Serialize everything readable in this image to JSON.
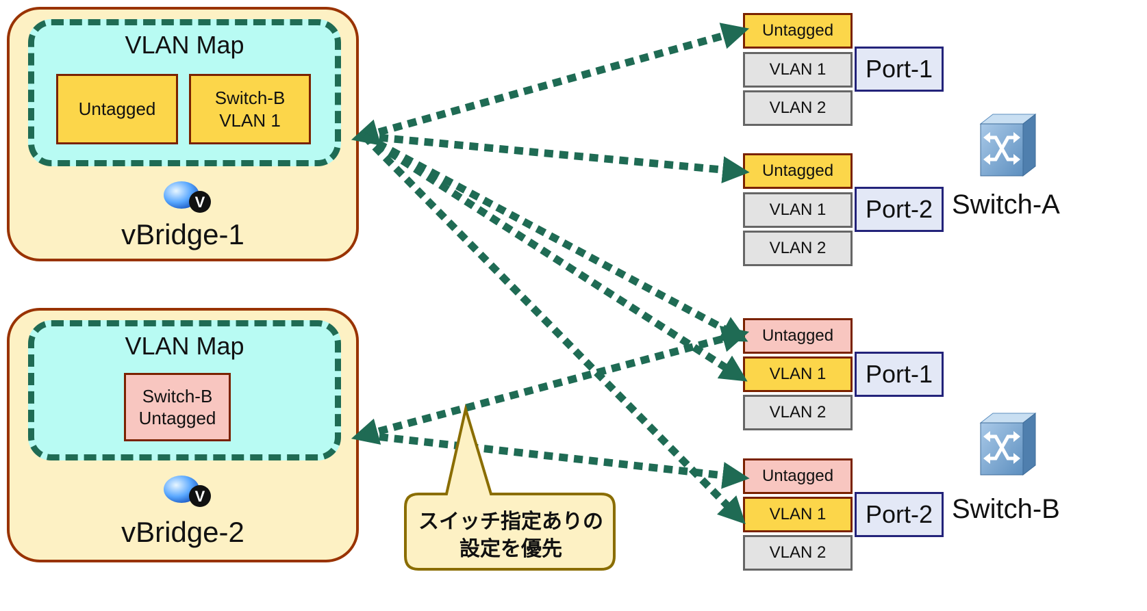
{
  "vbridges": [
    {
      "name": "vBridge-1",
      "vlan_map_title": "VLAN Map",
      "entries": [
        {
          "label": "Untagged",
          "color": "#fcd64a"
        },
        {
          "line1": "Switch-B",
          "line2": "VLAN 1",
          "color": "#fcd64a"
        }
      ]
    },
    {
      "name": "vBridge-2",
      "vlan_map_title": "VLAN Map",
      "entries": [
        {
          "line1": "Switch-B",
          "line2": "Untagged",
          "color": "#f8c6c0"
        }
      ]
    }
  ],
  "bridge_icon_glyph": "V",
  "switches": [
    {
      "name": "Switch-A",
      "ports": [
        {
          "name": "Port-1",
          "slots": [
            "Untagged",
            "VLAN 1",
            "VLAN 2"
          ],
          "highlight": [
            "yellow",
            "gray",
            "gray"
          ]
        },
        {
          "name": "Port-2",
          "slots": [
            "Untagged",
            "VLAN 1",
            "VLAN 2"
          ],
          "highlight": [
            "yellow",
            "gray",
            "gray"
          ]
        }
      ]
    },
    {
      "name": "Switch-B",
      "ports": [
        {
          "name": "Port-1",
          "slots": [
            "Untagged",
            "VLAN 1",
            "VLAN 2"
          ],
          "highlight": [
            "pink",
            "yellow",
            "gray"
          ]
        },
        {
          "name": "Port-2",
          "slots": [
            "Untagged",
            "VLAN 1",
            "VLAN 2"
          ],
          "highlight": [
            "pink",
            "yellow",
            "gray"
          ]
        }
      ]
    }
  ],
  "callout": {
    "line1": "スイッチ指定ありの",
    "line2": "設定を優先"
  },
  "colors": {
    "arrow": "#1f6b54",
    "bridge_fill": "#fdf1c4",
    "bridge_border": "#993300",
    "vlan_map_fill": "#b8fbf3",
    "untagged_match": "#fcd64a",
    "switch_specific_untagged": "#f8c6c0",
    "unmapped": "#e3e3e3",
    "port_fill": "#e3e8f6",
    "callout_fill": "#fdf1c4"
  },
  "icons": [
    "vbridge-icon",
    "switch-icon"
  ]
}
